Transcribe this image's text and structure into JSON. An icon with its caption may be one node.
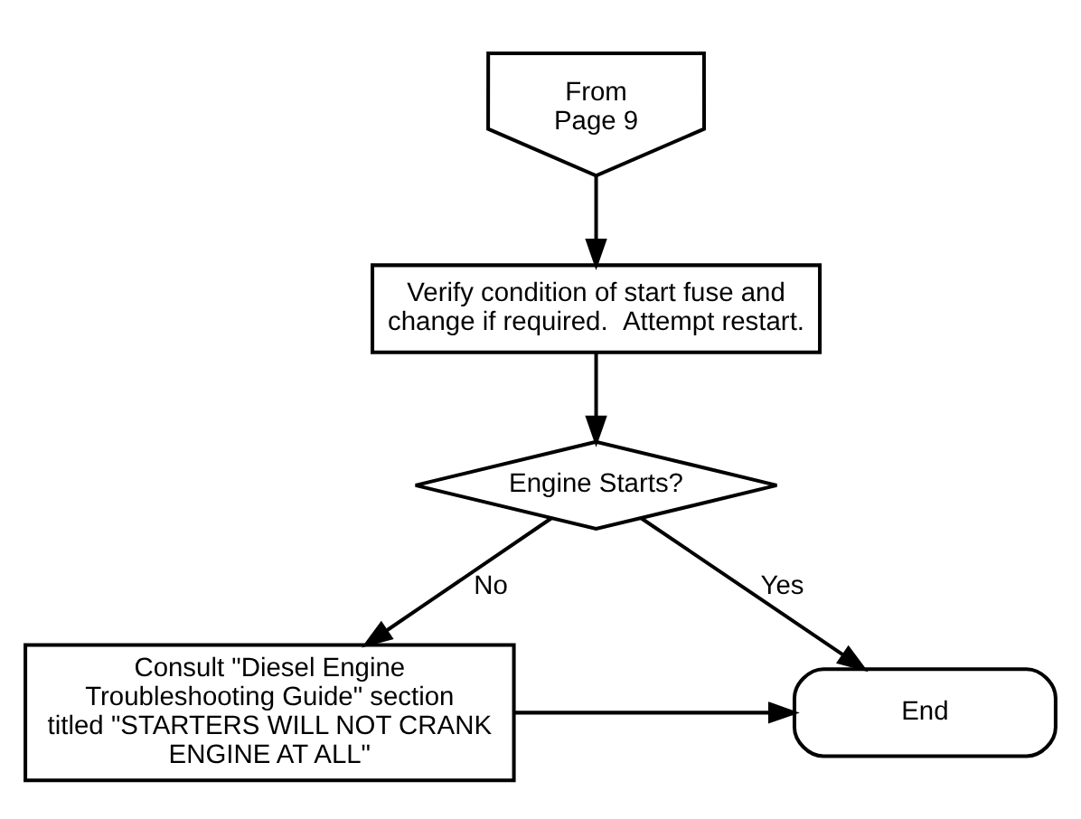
{
  "diagram": {
    "nodes": [
      {
        "text": [
          "From Page 9"
        ]
      },
      {
        "text": [
          "Verify condition of start fuse and change if required.  Attempt restart."
        ]
      },
      {
        "text": [
          "Engine Starts?"
        ]
      },
      {
        "text": [
          "Consult \"Diesel Engine Troubleshooting Guide\" section titled \"STARTERS WILL NOT CRANK ENGINE AT ALL\""
        ]
      },
      {
        "text": [
          "End"
        ]
      }
    ],
    "edges": [
      {
        "from": 0,
        "to": 1,
        "arrow": "to"
      },
      {
        "from": 1,
        "to": 2,
        "arrow": "to"
      },
      {
        "from": 2,
        "to": 3,
        "arrow": "to",
        "label": "No"
      },
      {
        "from": 2,
        "to": 4,
        "arrow": "to",
        "label": "Yes"
      },
      {
        "from": 3,
        "to": 4,
        "arrow": "to"
      }
    ]
  }
}
